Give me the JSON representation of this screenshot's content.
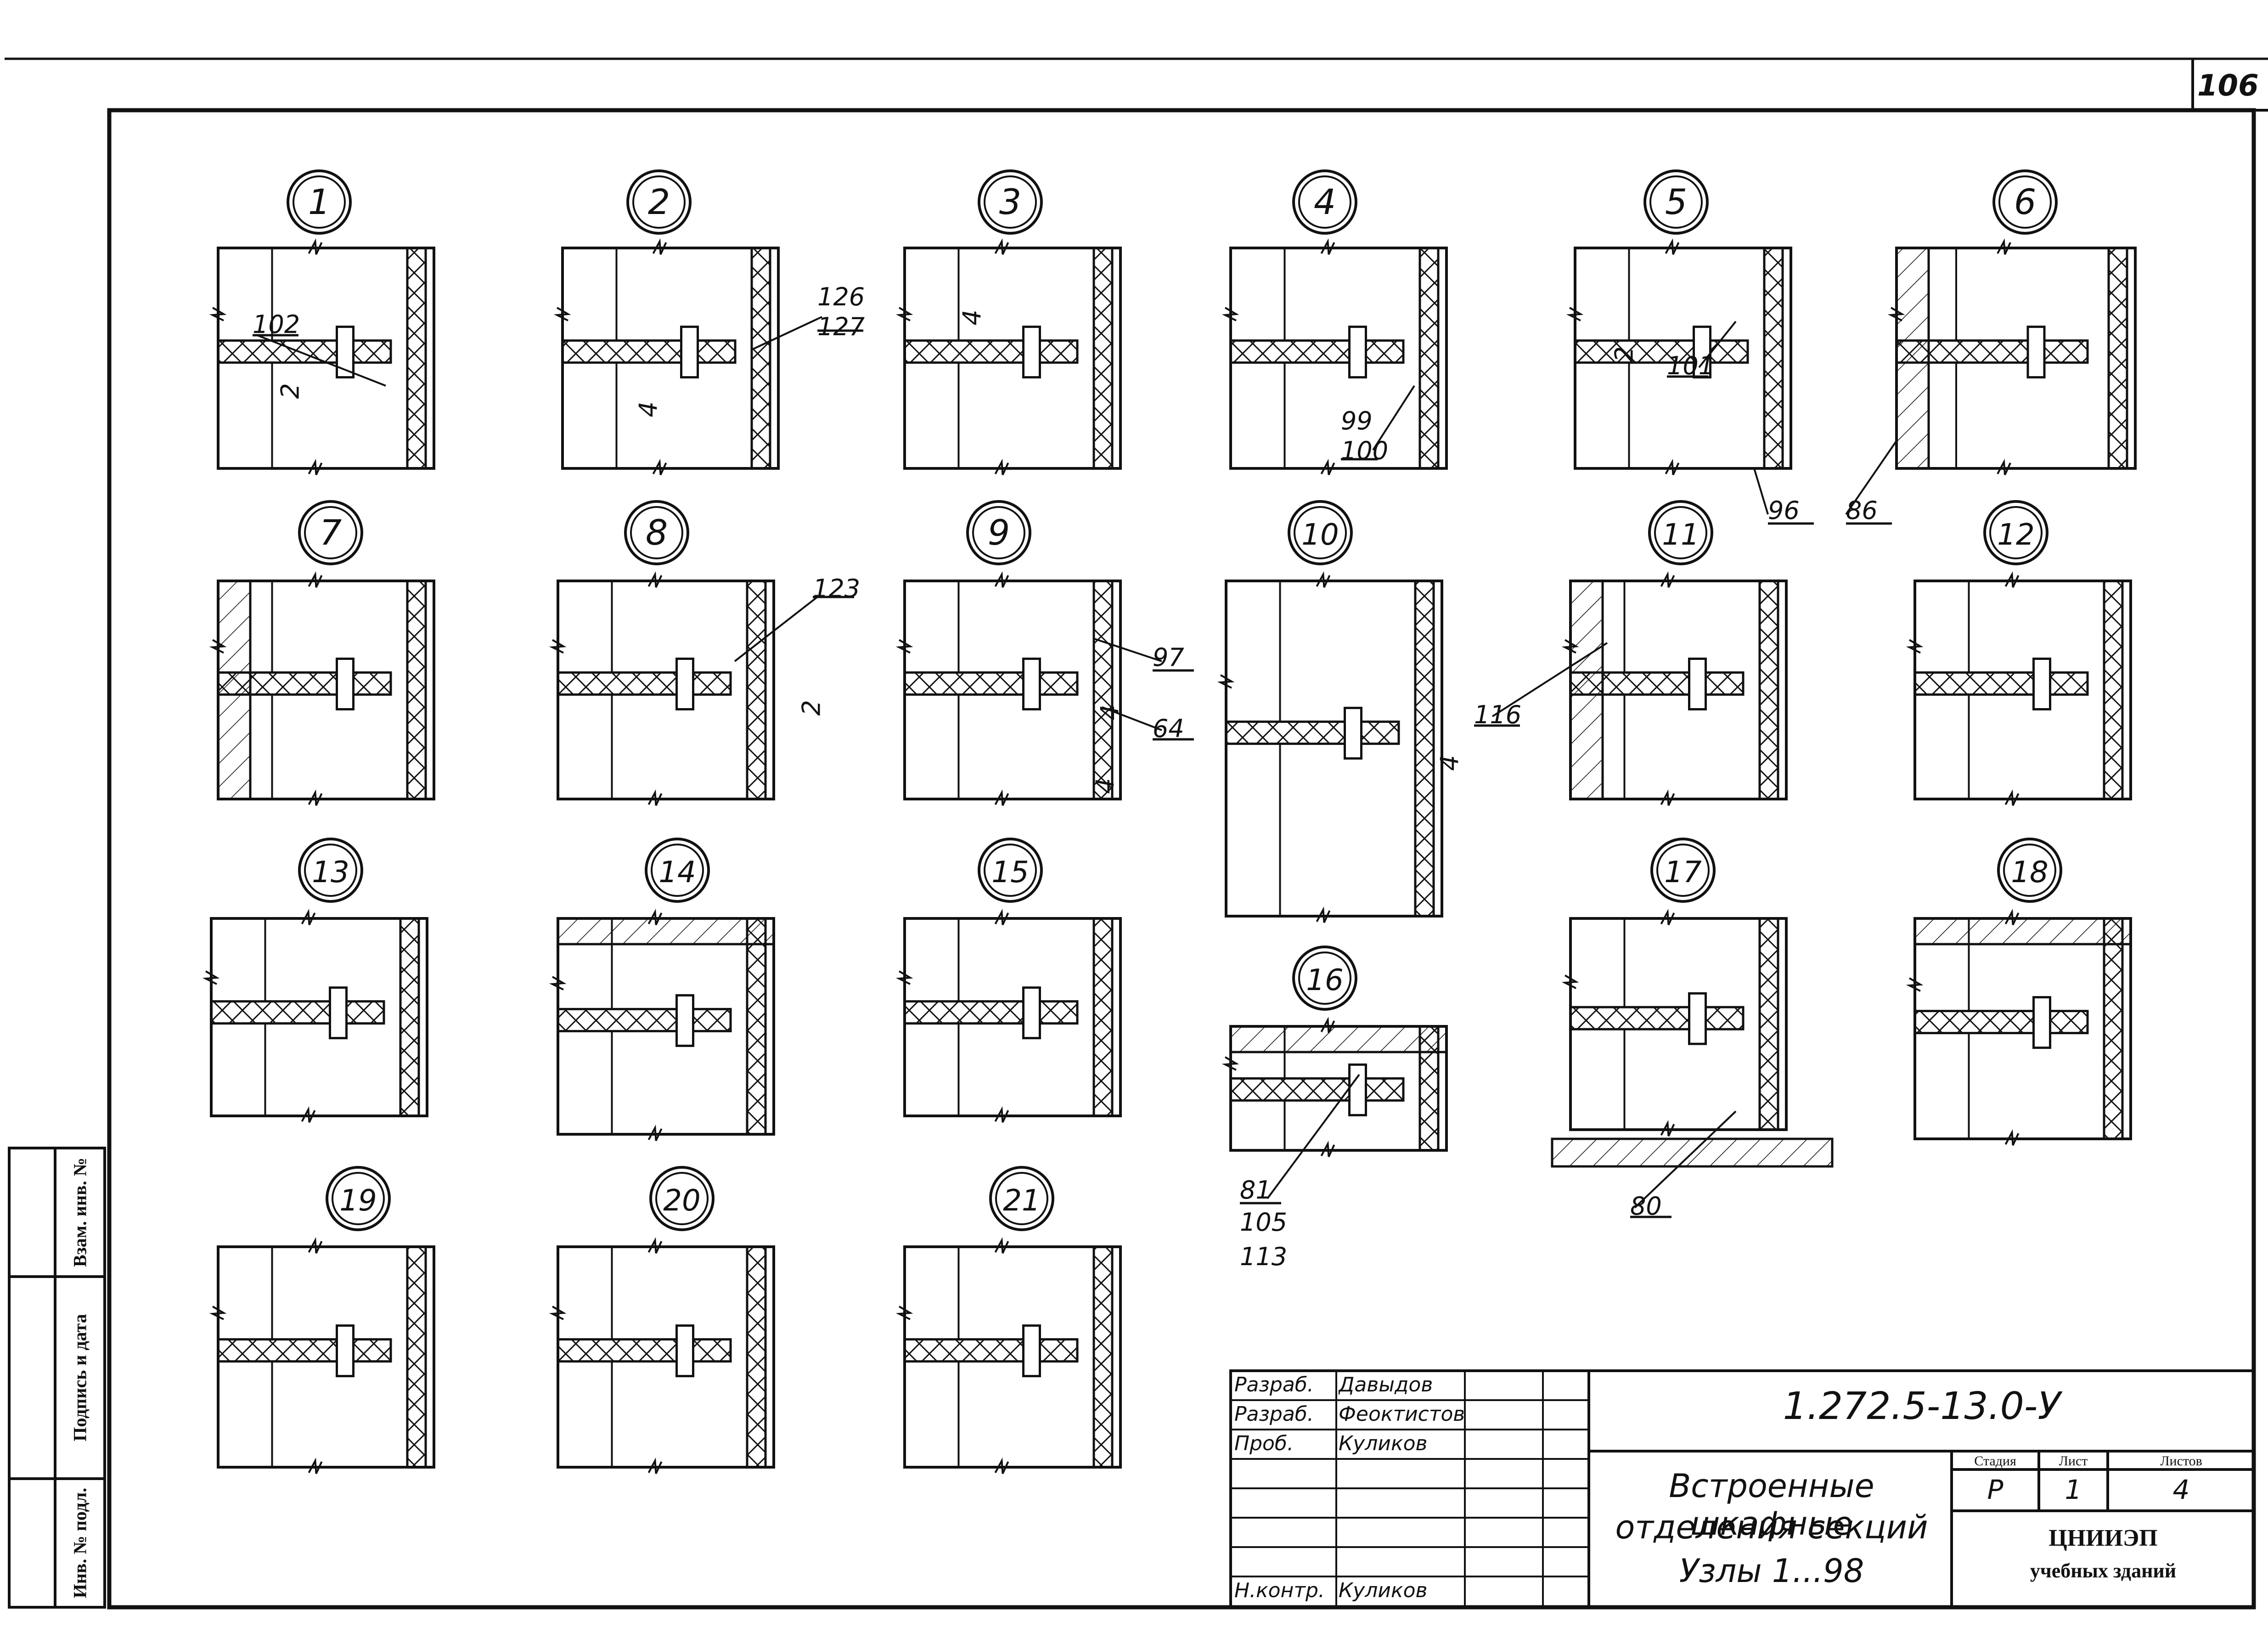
{
  "sheet_number": "106",
  "nodes": [
    {
      "label": "1"
    },
    {
      "label": "2"
    },
    {
      "label": "3"
    },
    {
      "label": "4"
    },
    {
      "label": "5"
    },
    {
      "label": "6"
    },
    {
      "label": "7"
    },
    {
      "label": "8"
    },
    {
      "label": "9"
    },
    {
      "label": "10"
    },
    {
      "label": "11"
    },
    {
      "label": "12"
    },
    {
      "label": "13"
    },
    {
      "label": "14"
    },
    {
      "label": "15"
    },
    {
      "label": "16"
    },
    {
      "label": "17"
    },
    {
      "label": "18"
    },
    {
      "label": "19"
    },
    {
      "label": "20"
    },
    {
      "label": "21"
    }
  ],
  "callouts": {
    "c102": "102",
    "c126": "126",
    "c127": "127",
    "c99": "99",
    "c100": "100",
    "c101": "101",
    "c96": "96",
    "c86": "86",
    "c123": "123",
    "c97": "97",
    "c64": "64",
    "c116": "116",
    "c81": "81",
    "c105": "105",
    "c113": "113",
    "c80": "80"
  },
  "dims": {
    "d1": "2",
    "d2": "4",
    "d3": "4",
    "d5": "2",
    "d8": "2",
    "d9a": "4",
    "d9b": "4",
    "d10": "4"
  },
  "left_strip": {
    "vzam": "Взам. инв. №",
    "podpis": "Подпись и дата",
    "inv": "Инв. № подл."
  },
  "title_block": {
    "rows": [
      {
        "role": "Разраб.",
        "name": "Давыдов"
      },
      {
        "role": "Разраб.",
        "name": "Феоктистов"
      },
      {
        "role": "Проб.",
        "name": "Куликов"
      },
      {
        "role": "",
        "name": ""
      },
      {
        "role": "",
        "name": ""
      },
      {
        "role": "",
        "name": ""
      },
      {
        "role": "",
        "name": ""
      },
      {
        "role": "Н.контр.",
        "name": "Куликов"
      }
    ],
    "code": "1.272.5-13.0-У",
    "title_line1": "Встроенные шкафные",
    "title_line2": "отделения секций",
    "title_line3": "Узлы 1...98",
    "stage_label": "Стадия",
    "sheet_label": "Лист",
    "sheets_label": "Листов",
    "stage": "Р",
    "sheet": "1",
    "sheets": "4",
    "org_line1": "ЦНИИЭП",
    "org_line2": "учебных зданий"
  }
}
